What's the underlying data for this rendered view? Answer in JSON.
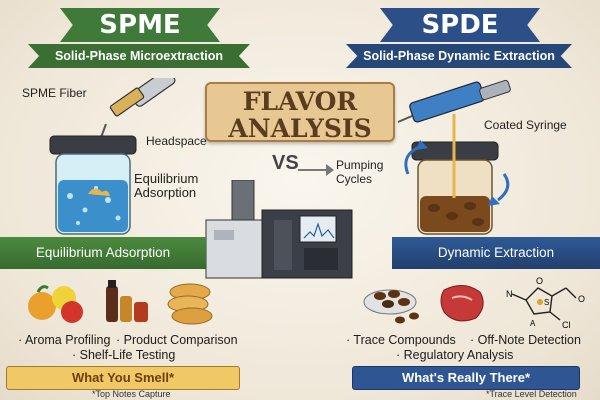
{
  "left": {
    "title": "SPME",
    "subtitle": "Solid-Phase Microextraction",
    "fiber_label": "SPME Fiber",
    "headspace_label": "Headspace",
    "equilibrium_label_line1": "Equilibrium",
    "equilibrium_label_line2": "Adsorption",
    "band_label": "Equilibrium Adsorption",
    "bullets": [
      "· Aroma Profiling",
      "· Product Comparison",
      "· Shelf-Life Testing"
    ],
    "footer": "What You Smell*",
    "footnote": "*Top Notes Capture"
  },
  "center": {
    "title_line1": "FLAVOR",
    "title_line2": "ANALYSIS",
    "vs": "VS"
  },
  "right": {
    "title": "SPDE",
    "subtitle": "Solid-Phase Dynamic Extraction",
    "syringe_label": "Coated Syringe",
    "pumping_label_line1": "Pumping",
    "pumping_label_line2": "Cycles",
    "band_label": "Dynamic Extraction",
    "bullets": [
      "· Trace Compounds",
      "· Off-Note Detection",
      "· Regulatory Analysis"
    ],
    "footer": "What's Really There*",
    "footnote": "*Trace Level Detection",
    "molecule_labels": [
      "N",
      "O",
      "S",
      "Cl",
      "A",
      "O"
    ]
  },
  "colors": {
    "spme_green": "#3f7a3a",
    "spde_blue": "#2b4f86",
    "banner_tan": "#e7c792",
    "footer_gold": "#f0c866"
  },
  "icons": [
    "spme-fiber-icon",
    "vial-icon",
    "gc-ms-instrument-icon",
    "syringe-icon",
    "fruit-icon",
    "bottles-icon",
    "cookies-icon",
    "coffee-beans-icon",
    "meat-icon",
    "molecule-icon"
  ]
}
